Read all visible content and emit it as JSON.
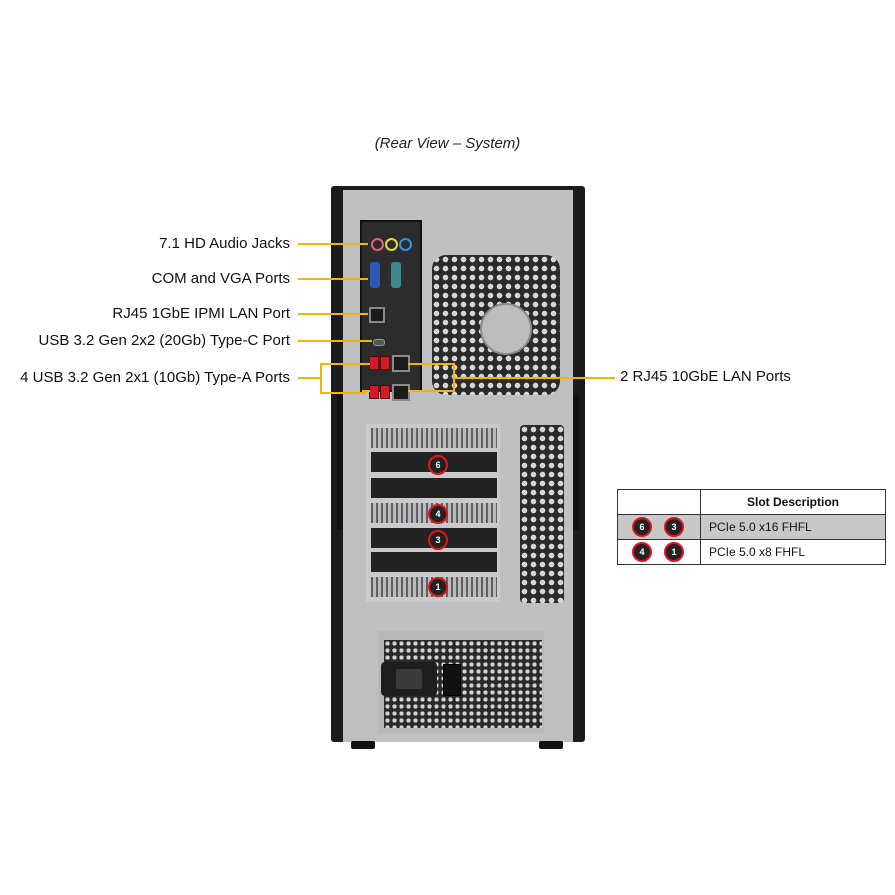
{
  "title": "(Rear View – System)",
  "callouts": {
    "audio": "7.1 HD Audio Jacks",
    "com_vga": "COM and VGA Ports",
    "ipmi": "RJ45 1GbE IPMI LAN Port",
    "usb_c": "USB 3.2 Gen 2x2 (20Gb) Type-C Port",
    "usb_a": "4 USB 3.2 Gen 2x1 (10Gb) Type-A Ports",
    "lan": "2 RJ45 10GbE LAN Ports"
  },
  "slot_badges": [
    "6",
    "4",
    "3",
    "1"
  ],
  "table": {
    "header": "Slot Description",
    "rows": [
      {
        "badges": [
          "6",
          "3"
        ],
        "description": "PCIe 5.0 x16 FHFL"
      },
      {
        "badges": [
          "4",
          "1"
        ],
        "description": "PCIe 5.0 x8 FHFL"
      }
    ]
  },
  "colors": {
    "callout": "#f5b400",
    "badge_ring": "#e2141c",
    "usb_a": "#d11a2a"
  }
}
